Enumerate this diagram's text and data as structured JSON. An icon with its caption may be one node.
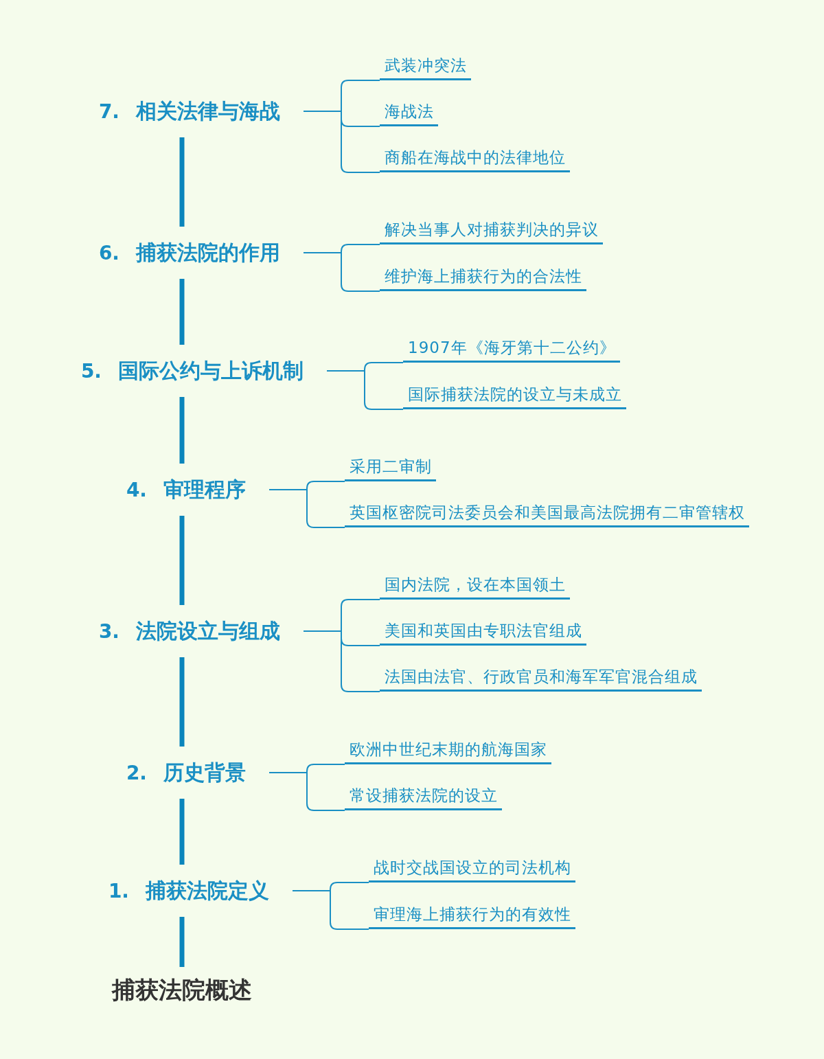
{
  "diagram": {
    "nodes": [
      {
        "text": [
          "7.",
          "相关法律与海战"
        ]
      },
      {
        "text": [
          "武装冲突法"
        ]
      },
      {
        "text": [
          "海战法"
        ]
      },
      {
        "text": [
          "商船在海战中的法律地位"
        ]
      },
      {
        "text": [
          "6.",
          "捕获法院的作用"
        ]
      },
      {
        "text": [
          "解决当事人对捕获判决的异议"
        ]
      },
      {
        "text": [
          "维护海上捕获行为的合法性"
        ]
      },
      {
        "text": [
          "5.",
          "国际公约与上诉机制"
        ]
      },
      {
        "text": [
          "1907年《海牙第十二公约》"
        ]
      },
      {
        "text": [
          "国际捕获法院的设立与未成立"
        ]
      },
      {
        "text": [
          "4.",
          "审理程序"
        ]
      },
      {
        "text": [
          "采用二审制"
        ]
      },
      {
        "text": [
          "英国枢密院司法委员会和美国最高法院拥有二审管辖权"
        ]
      },
      {
        "text": [
          "3.",
          "法院设立与组成"
        ]
      },
      {
        "text": [
          "国内法院，设在本国领土"
        ]
      },
      {
        "text": [
          "美国和英国由专职法官组成"
        ]
      },
      {
        "text": [
          "法国由法官、行政官员和海军军官混合组成"
        ]
      },
      {
        "text": [
          "2.",
          "历史背景"
        ]
      },
      {
        "text": [
          "欧洲中世纪末期的航海国家"
        ]
      },
      {
        "text": [
          "常设捕获法院的设立"
        ]
      },
      {
        "text": [
          "1.",
          "捕获法院定义"
        ]
      },
      {
        "text": [
          "战时交战国设立的司法机构"
        ]
      },
      {
        "text": [
          "审理海上捕获行为的有效性"
        ]
      },
      {
        "text": [
          "捕获法院概述"
        ]
      }
    ],
    "edges": [
      {
        "from": 23,
        "to": 20,
        "arrow": "none",
        "style": "thick"
      },
      {
        "from": 20,
        "to": 17,
        "arrow": "none",
        "style": "thick"
      },
      {
        "from": 17,
        "to": 13,
        "arrow": "none",
        "style": "thick"
      },
      {
        "from": 13,
        "to": 10,
        "arrow": "none",
        "style": "thick"
      },
      {
        "from": 10,
        "to": 7,
        "arrow": "none",
        "style": "thick"
      },
      {
        "from": 7,
        "to": 4,
        "arrow": "none",
        "style": "thick"
      },
      {
        "from": 4,
        "to": 0,
        "arrow": "none",
        "style": "thick"
      },
      {
        "from": 0,
        "to": 1,
        "arrow": "none"
      },
      {
        "from": 0,
        "to": 2,
        "arrow": "none"
      },
      {
        "from": 0,
        "to": 3,
        "arrow": "none"
      },
      {
        "from": 4,
        "to": 5,
        "arrow": "none"
      },
      {
        "from": 4,
        "to": 6,
        "arrow": "none"
      },
      {
        "from": 7,
        "to": 8,
        "arrow": "none"
      },
      {
        "from": 7,
        "to": 9,
        "arrow": "none"
      },
      {
        "from": 10,
        "to": 11,
        "arrow": "none"
      },
      {
        "from": 10,
        "to": 12,
        "arrow": "none"
      },
      {
        "from": 13,
        "to": 14,
        "arrow": "none"
      },
      {
        "from": 13,
        "to": 15,
        "arrow": "none"
      },
      {
        "from": 13,
        "to": 16,
        "arrow": "none"
      },
      {
        "from": 17,
        "to": 18,
        "arrow": "none"
      },
      {
        "from": 17,
        "to": 19,
        "arrow": "none"
      },
      {
        "from": 20,
        "to": 21,
        "arrow": "none"
      },
      {
        "from": 20,
        "to": 22,
        "arrow": "none"
      }
    ]
  }
}
